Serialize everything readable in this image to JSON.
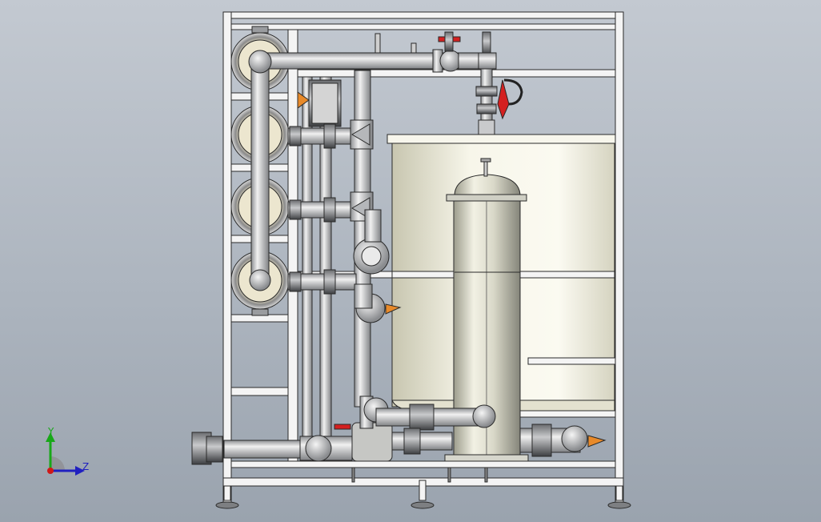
{
  "viewport": {
    "scene": "ro-water-treatment-skid-model",
    "background_top": "#c3c9d1",
    "background_bottom": "#9aa3ae"
  },
  "triad": {
    "y_label": "Y",
    "z_label": "Z",
    "y_color": "#18a818",
    "z_color": "#2020c0",
    "origin_color": "#d01818"
  },
  "colors": {
    "frame": "#f2f2f2",
    "pipe": "#c9cacc",
    "vessel": "#d6d8d3",
    "tank": "#f4f3e6",
    "valve_red": "#d42020",
    "valve_orange": "#e88a2a",
    "outline": "#2a2a2a"
  }
}
